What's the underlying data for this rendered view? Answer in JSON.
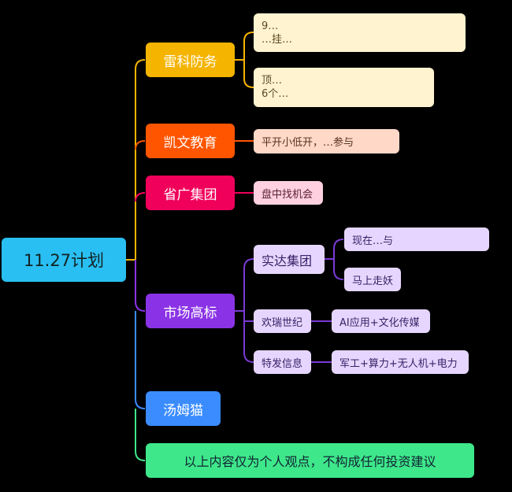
{
  "root": "11.27计划",
  "branches": {
    "leike": {
      "label": "雷科防务",
      "color": "#f5b400",
      "notes": [
        "9…",
        "6个…"
      ],
      "note1_lines": [
        "9",
        "…挂…"
      ],
      "note2_lines": [
        "顶…",
        "6个…"
      ]
    },
    "kaiwen": {
      "label": "凯文教育",
      "color": "#ff5500",
      "note": "平开小低开，…参与"
    },
    "shengguang": {
      "label": "省广集团",
      "color": "#f0005a",
      "note": "盘中找机会"
    },
    "market": {
      "label": "市场高标",
      "color": "#8a33e6",
      "children": [
        {
          "label": "实达集团",
          "notes": [
            "现在…与",
            "马上走妖"
          ]
        },
        {
          "label": "欢瑞世纪",
          "note": "AI应用+文化传媒"
        },
        {
          "label": "特发信息",
          "note": "军工+算力+无人机+电力"
        }
      ]
    },
    "tom": {
      "label": "汤姆猫",
      "color": "#3a8cff"
    },
    "disclaimer": {
      "label": "以上内容仅为个人观点，不构成任何投资建议",
      "color": "#3ee88a"
    }
  }
}
